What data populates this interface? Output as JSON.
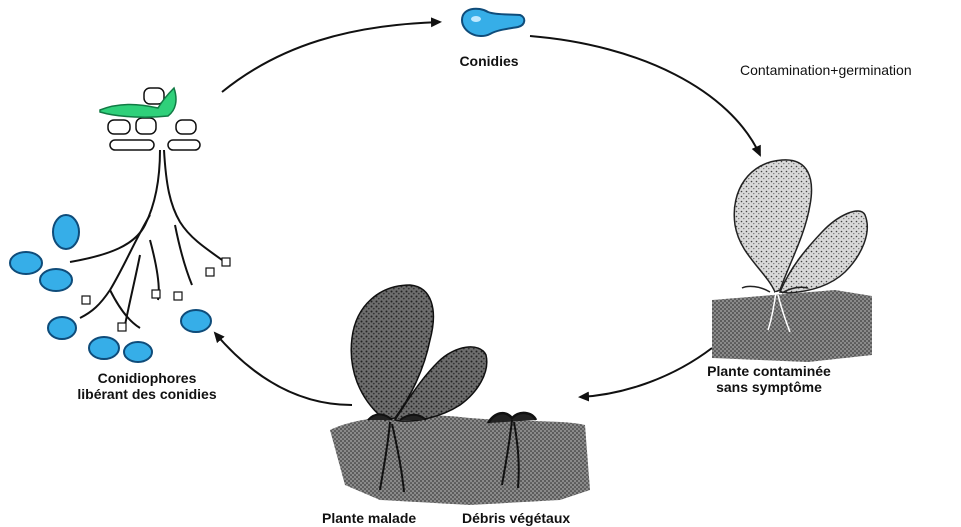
{
  "labels": {
    "conidies": "Conidies",
    "contamination": "Contamination+germination",
    "plante_contaminee_1": "Plante contaminée",
    "plante_contaminee_2": "sans symptôme",
    "plante_malade": "Plante malade",
    "debris_vegetaux": "Débris végétaux",
    "conidiophores_1": "Conidiophores",
    "conidiophores_2": "libérant des conidies"
  },
  "colors": {
    "conidia": "#36aee8",
    "conidia_outline": "#0f4c7a",
    "mycelium_green": "#2fd07a",
    "ink": "#111111",
    "soil": "#555555"
  },
  "stages": [
    "conidies",
    "contamination-germination",
    "plante-contaminee",
    "plante-malade-debris",
    "conidiophores"
  ]
}
